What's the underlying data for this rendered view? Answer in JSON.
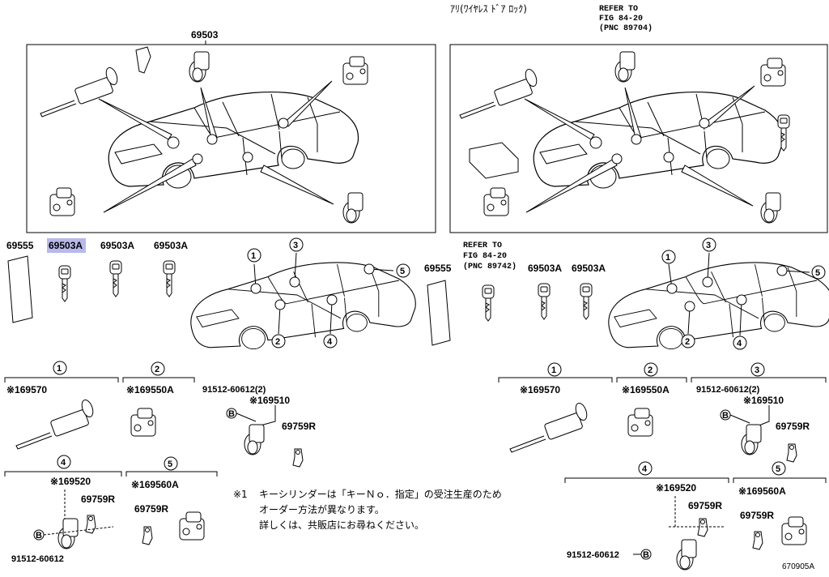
{
  "header": {
    "note_jp": "ｱﾘ(ﾜｲﾔﾚｽ ﾄﾞｱ ﾛｯｸ)",
    "refer_top": [
      "REFER TO",
      "FIG 84-20",
      "(PNC 89704)"
    ],
    "refer_mid": [
      "REFER TO",
      "FIG 84-20",
      "(PNC 89742)"
    ]
  },
  "left_set": {
    "box_label": "69503",
    "row_labels": [
      "69555",
      "69503A",
      "69503A",
      "69503A"
    ],
    "highlighted": "69503A"
  },
  "right_set": {
    "row_labels": [
      "69555",
      "69503A",
      "69503A"
    ]
  },
  "callouts": [
    "1",
    "2",
    "3",
    "4",
    "5"
  ],
  "parts_left": {
    "p1": "※169570",
    "p2": "※169550A",
    "p3_bolt": "91512-60612(2)",
    "p3": "※169510",
    "p3_lever": "69759R",
    "p4": "※169520",
    "p4_lever": "69759R",
    "p4_bolt": "91512-60612",
    "p5": "※169560A",
    "p5_lever": "69759R",
    "b_mark": "B"
  },
  "parts_right": {
    "p1": "※169570",
    "p2": "※169550A",
    "p3_bolt": "91512-60612(2)",
    "p3": "※169510",
    "p3_lever": "69759R",
    "p4": "※169520",
    "p4_lever": "69759R",
    "p4_bolt": "91512-60612",
    "p5": "※169560A",
    "p5_lever": "69759R",
    "b_mark": "B"
  },
  "footnote": {
    "mark": "※1",
    "lines": [
      "キーシリンダーは「キーＮｏ．指定」の受注生産のため",
      "オーダー方法が異なります。",
      "詳しくは、共販店にお尋ねください。"
    ]
  },
  "figure_id": "670905A"
}
